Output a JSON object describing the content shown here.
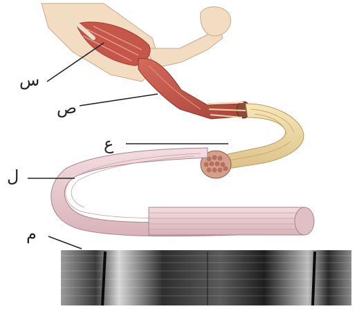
{
  "labels": {
    "s": "س",
    "sad": "ص",
    "ain": "ع",
    "lam": "ل",
    "mim": "م"
  },
  "colors": {
    "skin": "#f2dcc2",
    "muscle": "#c4574a",
    "muscle_dark": "#9e3a30",
    "fascicle": "#f0dca0",
    "fiber": "#e8c8cc",
    "fiber_line": "#b8909a",
    "label_line": "#222222"
  }
}
